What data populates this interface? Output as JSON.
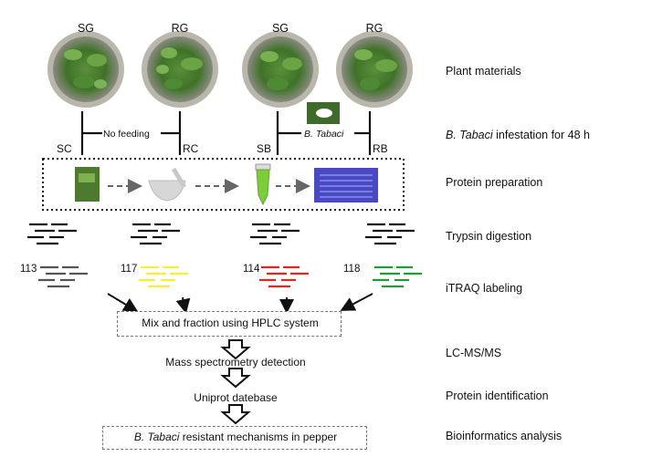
{
  "plants": [
    {
      "group": "SG"
    },
    {
      "group": "RG"
    },
    {
      "group": "SG"
    },
    {
      "group": "RG"
    }
  ],
  "treatments": {
    "left": {
      "a": "SC",
      "b": "RC",
      "label": "No feeding"
    },
    "right": {
      "a": "SB",
      "b": "RB",
      "label": "B. Tabaci"
    }
  },
  "tags": [
    "113",
    "117",
    "114",
    "118"
  ],
  "tag_colors": [
    "#555555",
    "#f5ef3a",
    "#e52620",
    "#239a3a"
  ],
  "digest_color": "#111111",
  "steps": {
    "mix": "Mix and fraction using HPLC system",
    "mass": "Mass spectrometry detection",
    "uniprot": "Uniprot datebase",
    "final_italic": "B. Tabaci",
    "final_rest": " resistant mechanisms in pepper"
  },
  "stages": {
    "plant": "Plant materials",
    "infest_italic": "B. Tabaci",
    "infest_rest": " infestation for 48 h",
    "protein": "Protein preparation",
    "trypsin": "Trypsin digestion",
    "itraq": "iTRAQ labeling",
    "lcms": "LC-MS/MS",
    "identification": "Protein identification",
    "bioinfo": "Bioinformatics analysis"
  }
}
